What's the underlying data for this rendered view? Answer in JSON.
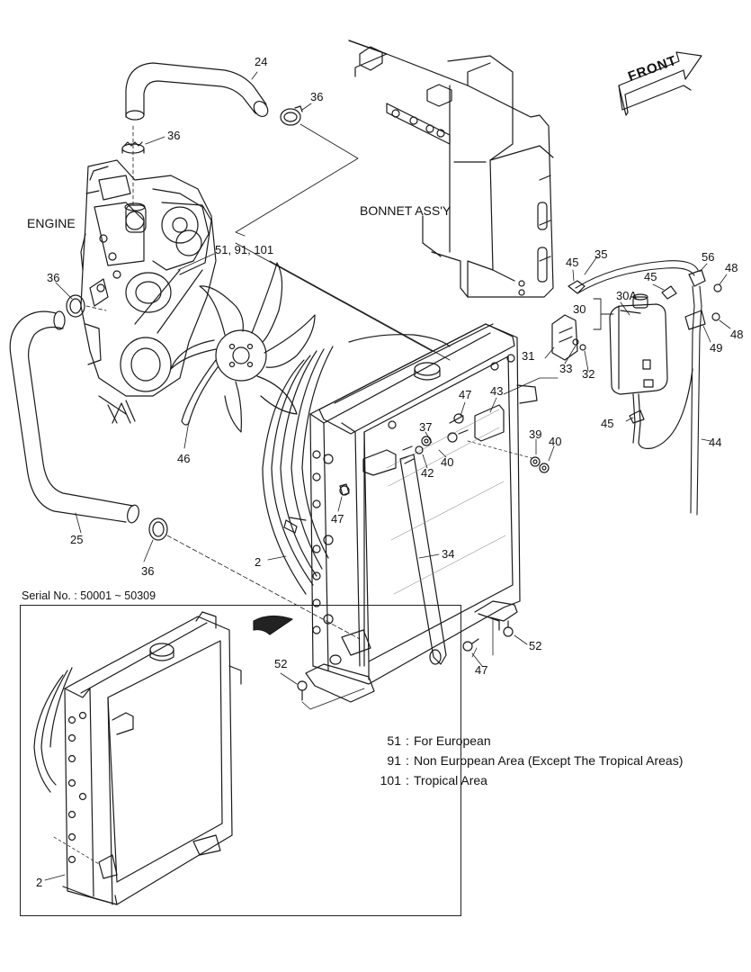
{
  "labels": {
    "engine": "ENGINE",
    "bonnet": "BONNET ASS'Y",
    "front": "FRONT",
    "serial": "Serial No. : 50001 ~ 50309",
    "fan_variants": "51, 91, 101"
  },
  "callouts": {
    "p24": "24",
    "p36": "36",
    "p25": "25",
    "p46": "46",
    "p2": "2",
    "p34": "34",
    "p35": "35",
    "p45": "45",
    "p56": "56",
    "p48": "48",
    "p49": "49",
    "p30": "30",
    "p30a": "30A",
    "p31": "31",
    "p33": "33",
    "p32": "32",
    "p47": "47",
    "p43": "43",
    "p37": "37",
    "p42": "42",
    "p40": "40",
    "p39": "39",
    "p44": "44",
    "p52": "52"
  },
  "legend": [
    {
      "num": "51",
      "text": "For European"
    },
    {
      "num": "91",
      "text": "Non European Area (Except The Tropical Areas)"
    },
    {
      "num": "101",
      "text": "Tropical Area"
    }
  ]
}
